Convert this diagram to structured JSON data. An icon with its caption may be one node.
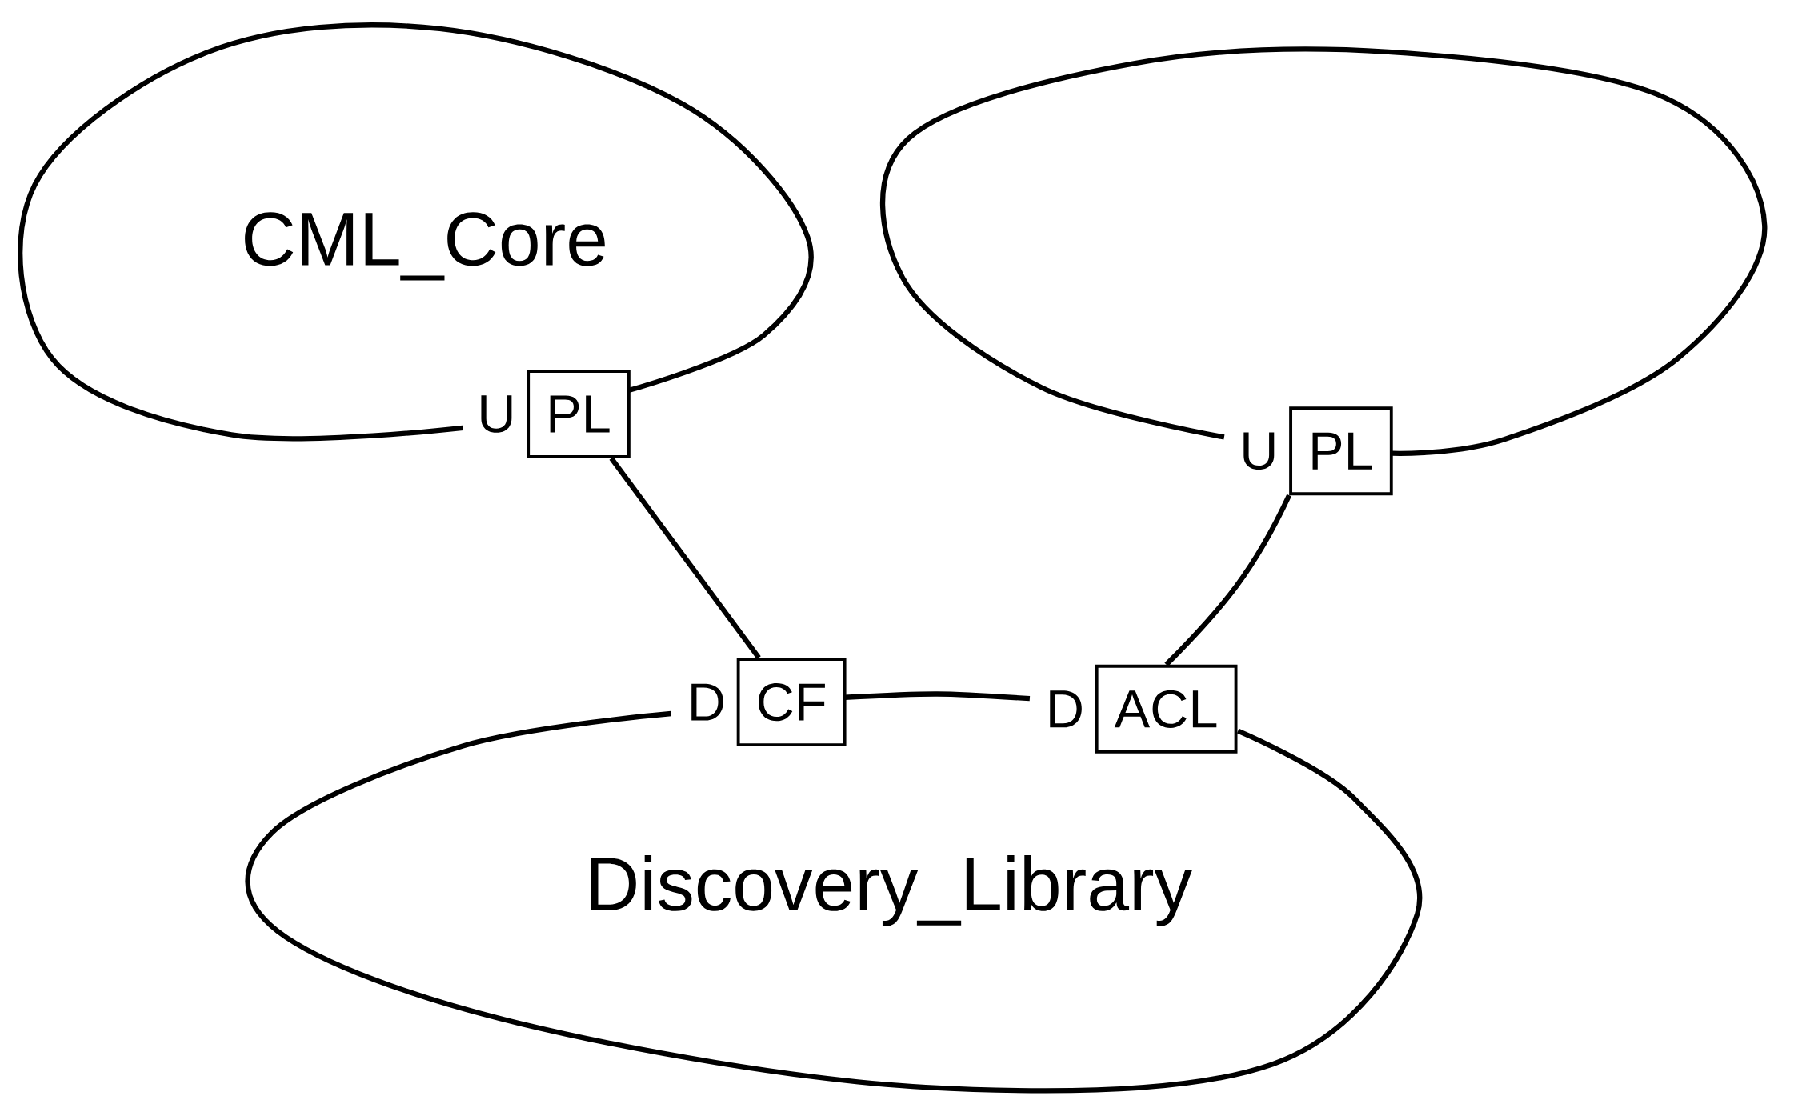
{
  "diagram": {
    "nodes": [
      {
        "text": [
          "CML_Core"
        ]
      },
      {
        "text": [],
        "shape": "ellipse"
      },
      {
        "text": [
          "Discovery_Library"
        ]
      },
      {
        "text": [
          "PL"
        ],
        "beside": [
          "U"
        ]
      },
      {
        "text": [
          "PL"
        ],
        "beside": [
          "U"
        ]
      },
      {
        "text": [
          "CF"
        ],
        "beside": [
          "D"
        ]
      },
      {
        "text": [
          "ACL"
        ],
        "beside": [
          "D"
        ]
      }
    ],
    "edges": [
      {
        "from": 3,
        "to": 5,
        "arrow": "none"
      },
      {
        "from": 4,
        "to": 6,
        "arrow": "none"
      }
    ]
  }
}
